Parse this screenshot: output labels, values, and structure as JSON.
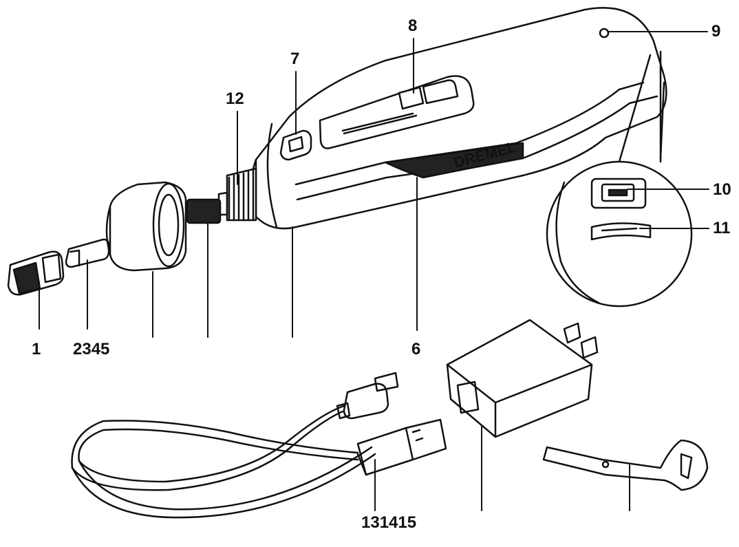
{
  "brand": "DREMEL",
  "callouts": {
    "c1": "1",
    "c2345": "2345",
    "c6": "6",
    "c7": "7",
    "c8": "8",
    "c9": "9",
    "c10": "10",
    "c11": "11",
    "c12": "12",
    "c131415": "131415"
  },
  "colors": {
    "line": "#111111",
    "fill_dark": "#222222",
    "fill_light": "#ffffff"
  }
}
